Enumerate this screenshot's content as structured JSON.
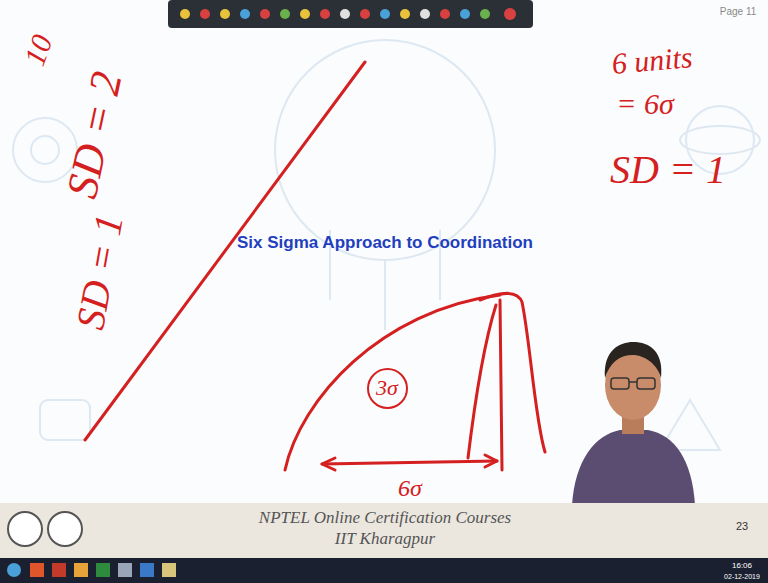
{
  "diagram": {
    "title": "Six Sigma Approach to Coordination",
    "nodes": [
      {
        "text": [
          "3σ"
        ]
      }
    ],
    "labels": [
      "10",
      "SD = 2",
      "SD = 1",
      "6 units",
      "= 6σ",
      "SD = 1",
      "6σ",
      "NPTEL Online Certification Courses",
      "IIT Kharagpur",
      "Page 11",
      "23",
      "16:06",
      "02-12-2019"
    ]
  }
}
